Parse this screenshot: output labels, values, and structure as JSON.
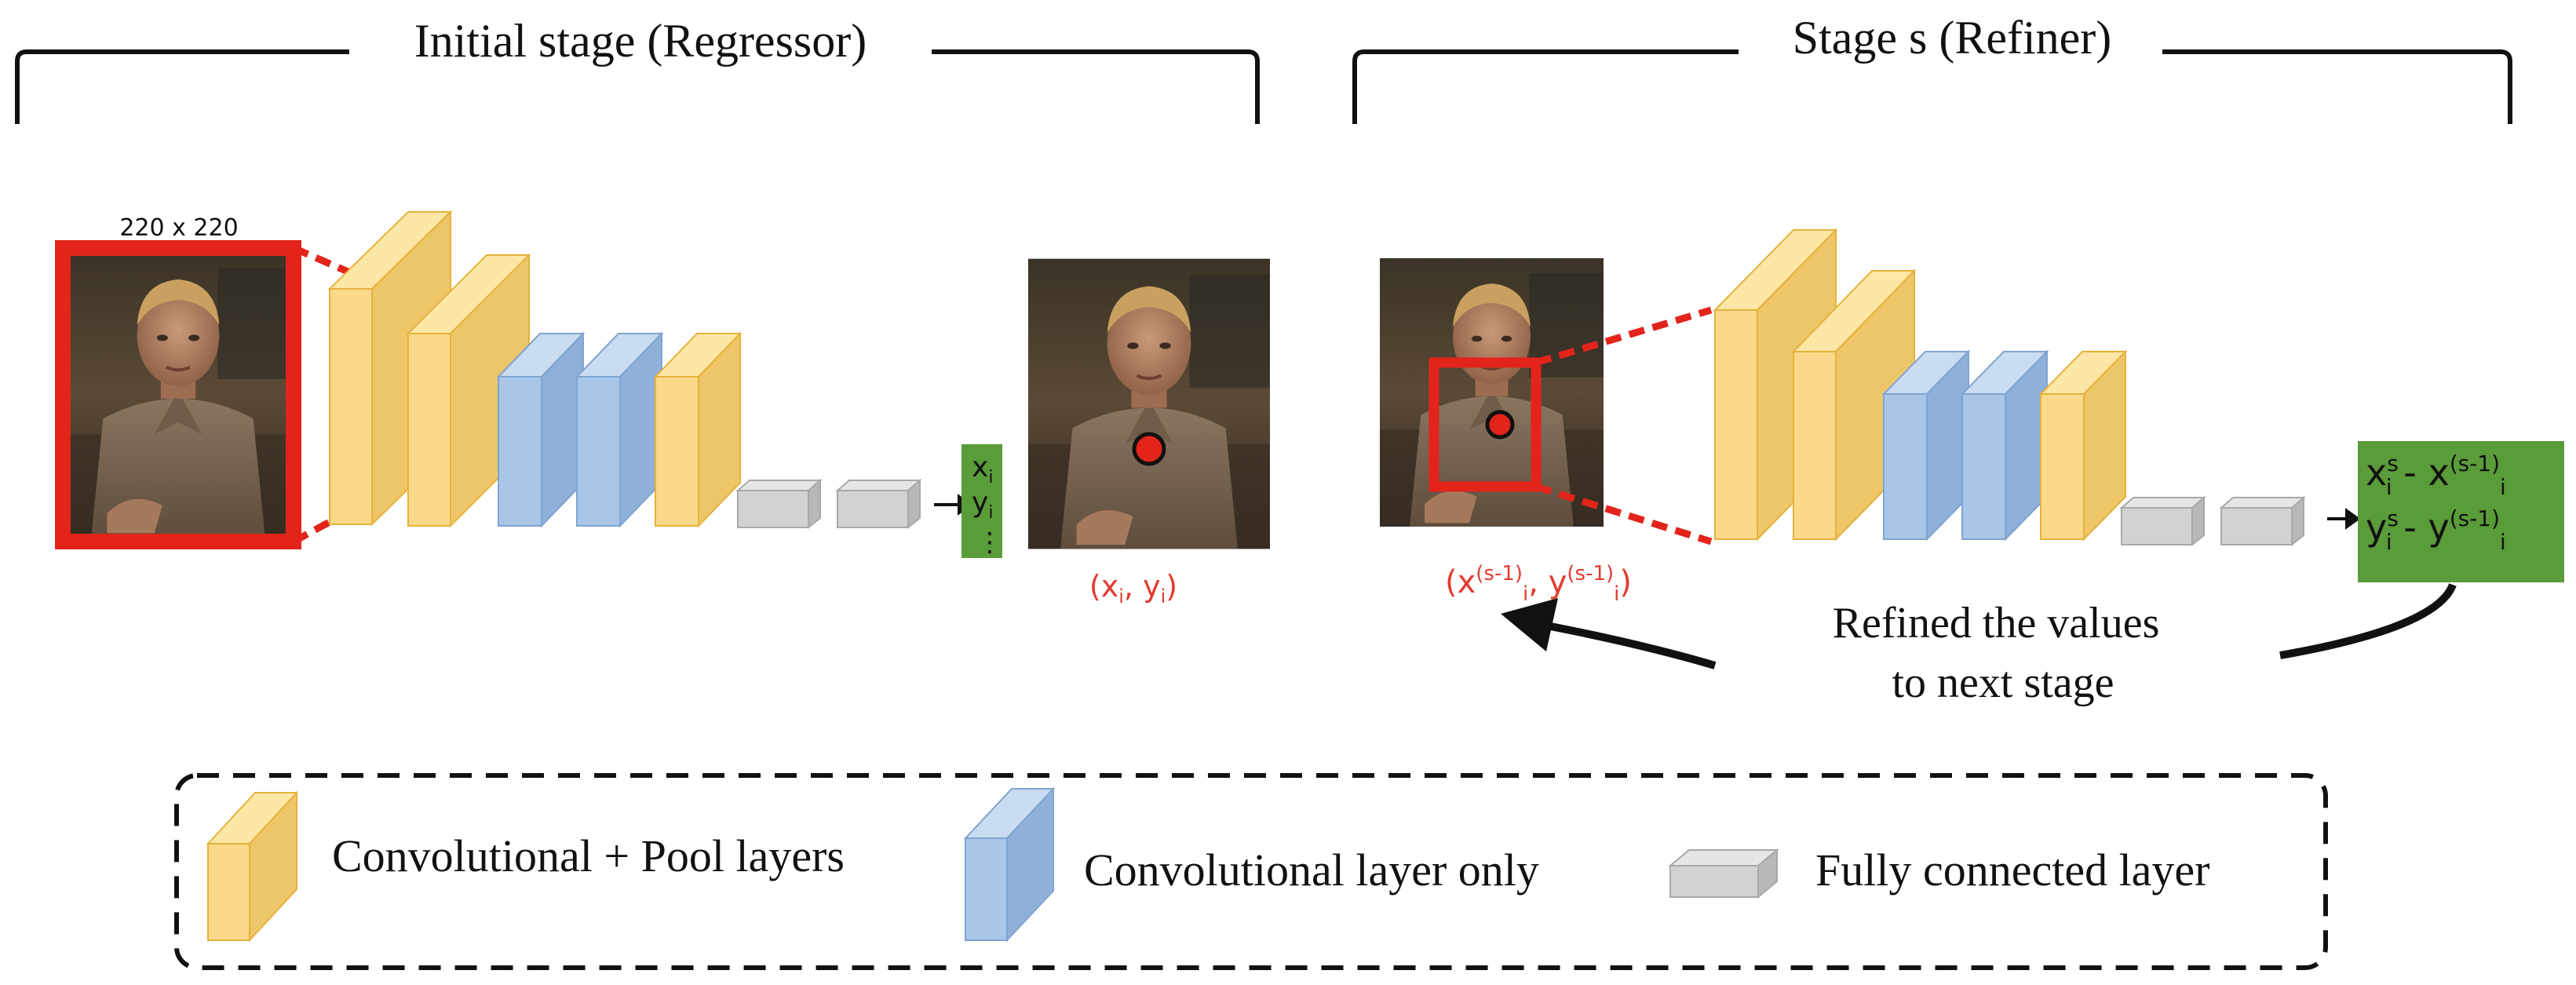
{
  "stages": {
    "initial_title": "Initial stage (Regressor)",
    "refiner_title": "Stage s (Refiner)"
  },
  "initial": {
    "input_size_label": "220 x 220",
    "output": {
      "x_label": "x",
      "x_sub": "i",
      "y_label": "y",
      "y_sub": "i",
      "ellipsis": "⋮"
    },
    "coord": {
      "open": "(x",
      "sub1": "i",
      "mid": ", y",
      "sub2": "i",
      "close": ")"
    }
  },
  "refiner": {
    "output": {
      "line1": {
        "a": "x",
        "a_sup": "s",
        "a_sub": "i",
        "minus": " - x",
        "b_sup": "(s-1)",
        "b_sub": "i"
      },
      "line2": {
        "a": "y",
        "a_sup": "s",
        "a_sub": "i",
        "minus": " - y",
        "b_sup": "(s-1)",
        "b_sub": "i"
      }
    },
    "coord": {
      "open": "(x",
      "sup1": "(s-1)",
      "sub1": "i",
      "mid": ", y",
      "sup2": "(s-1)",
      "sub2": "i",
      "close": ")"
    },
    "feedback_line1": "Refined the values",
    "feedback_line2": "to next stage"
  },
  "legend": {
    "conv_pool": "Convolutional + Pool layers",
    "conv_only": "Convolutional layer only",
    "fc": "Fully connected layer"
  },
  "colors": {
    "conv_pool": "#fbd98a",
    "conv_only": "#a9c6e8",
    "fc": "#d2d2d2",
    "output_box": "#5a9b3a",
    "highlight_red": "#e3241b",
    "coord_red": "#e23b2f"
  },
  "icons": {
    "photo": "person-photo-icon",
    "keypoint": "keypoint-dot-icon",
    "arrow": "arrow-right-icon"
  }
}
